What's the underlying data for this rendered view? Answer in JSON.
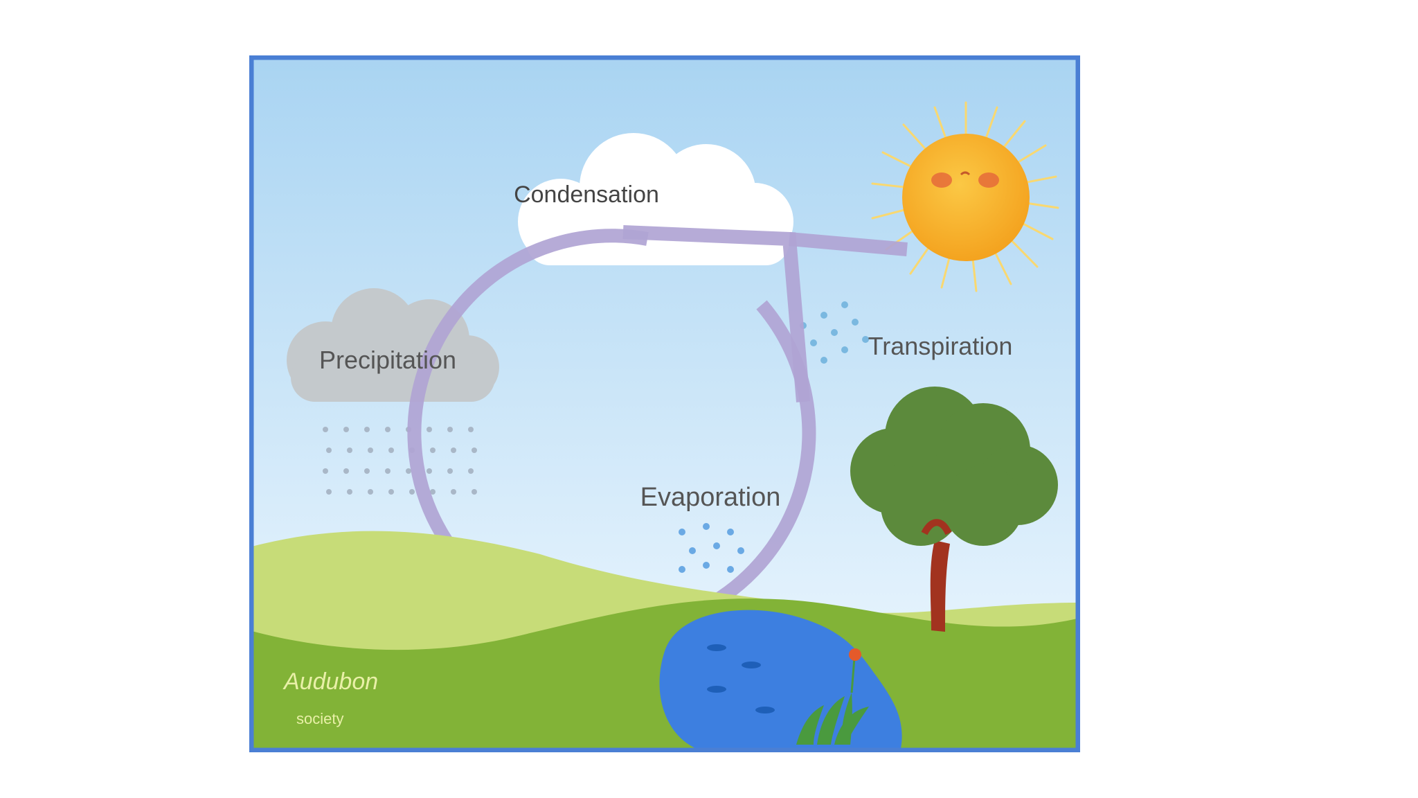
{
  "diagram": {
    "stages": {
      "condensation": "Condensation",
      "precipitation": "Precipitation",
      "evaporation": "Evaporation",
      "transpiration": "Transpiration"
    },
    "logo": {
      "brand": "Audubon",
      "sub": "society"
    },
    "colors": {
      "frame_border": "#4a7fd4",
      "sky_top": "#a9d4f2",
      "sky_bottom": "#f1f9ff",
      "cycle_arrow": "#b0a4d4",
      "sun": "#f7b024",
      "sun_rays": "#f9d870",
      "rain_cloud": "#c4c9cc",
      "water": "#3d7fe0",
      "hill_light": "#c7dc78",
      "hill_dark": "#82b337",
      "tree_canopy": "#5c8a3c",
      "tree_trunk": "#a2331f"
    }
  }
}
